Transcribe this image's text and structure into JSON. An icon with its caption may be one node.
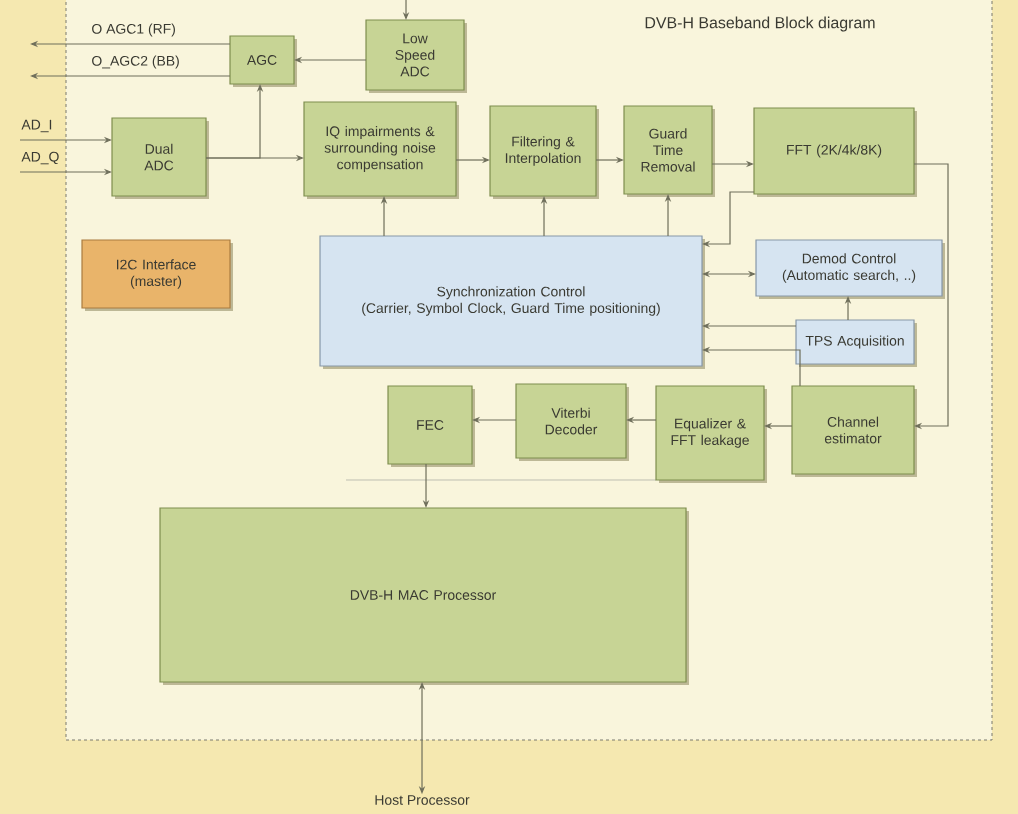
{
  "diagram": {
    "title": "DVB-H Baseband Block diagram",
    "nodes": [
      {
        "text": [
          "Low Speed ADC"
        ]
      },
      {
        "text": [
          "AGC"
        ]
      },
      {
        "text": [
          "Dual ADC"
        ]
      },
      {
        "text": [
          "IQ impairments & surrounding noise compensation"
        ]
      },
      {
        "text": [
          "Filtering & Interpolation"
        ]
      },
      {
        "text": [
          "Guard Time Removal"
        ]
      },
      {
        "text": [
          "FFT (2K/4k/8K)"
        ]
      },
      {
        "text": [
          "I2C Interface (master)"
        ]
      },
      {
        "text": [
          "Synchronization Control",
          "(Carrier, Symbol Clock, Guard Time positioning)"
        ]
      },
      {
        "text": [
          "Demod Control",
          "(Automatic search, ..)"
        ]
      },
      {
        "text": [
          "TPS Acquisition"
        ]
      },
      {
        "text": [
          "FEC"
        ]
      },
      {
        "text": [
          "Viterbi Decoder"
        ]
      },
      {
        "text": [
          "Equalizer & FFT leakage"
        ]
      },
      {
        "text": [
          "Channel estimator"
        ]
      },
      {
        "text": [
          "DVB-H MAC Processor"
        ]
      },
      {
        "text": [
          "Host Processor"
        ]
      }
    ],
    "edges": [
      {
        "from": null,
        "to": 0,
        "arrow": "to"
      },
      {
        "from": 0,
        "to": 1,
        "arrow": "to"
      },
      {
        "from": 1,
        "to": null,
        "arrow": "to",
        "label": "O AGC1 (RF)"
      },
      {
        "from": 1,
        "to": null,
        "arrow": "to",
        "label": "O_AGC2 (BB)"
      },
      {
        "from": null,
        "to": 2,
        "arrow": "to",
        "label": "AD_I"
      },
      {
        "from": null,
        "to": 2,
        "arrow": "to",
        "label": "AD_Q"
      },
      {
        "from": 2,
        "to": 1,
        "arrow": "to"
      },
      {
        "from": 2,
        "to": 3,
        "arrow": "to"
      },
      {
        "from": 3,
        "to": 4,
        "arrow": "to"
      },
      {
        "from": 4,
        "to": 5,
        "arrow": "to"
      },
      {
        "from": 5,
        "to": 6,
        "arrow": "to"
      },
      {
        "from": 8,
        "to": 3,
        "arrow": "to"
      },
      {
        "from": 8,
        "to": 4,
        "arrow": "to"
      },
      {
        "from": 8,
        "to": 5,
        "arrow": "to"
      },
      {
        "from": 6,
        "to": 8,
        "arrow": "to"
      },
      {
        "from": 6,
        "to": 14,
        "arrow": "to"
      },
      {
        "from": 8,
        "to": 9,
        "arrow": "both"
      },
      {
        "from": 10,
        "to": 9,
        "arrow": "to"
      },
      {
        "from": 10,
        "to": 8,
        "arrow": "to"
      },
      {
        "from": 14,
        "to": 8,
        "arrow": "to"
      },
      {
        "from": 14,
        "to": 13,
        "arrow": "to"
      },
      {
        "from": 13,
        "to": 12,
        "arrow": "to"
      },
      {
        "from": 12,
        "to": 11,
        "arrow": "to"
      },
      {
        "from": 11,
        "to": 15,
        "arrow": "to"
      },
      {
        "from": 15,
        "to": 16,
        "arrow": "both"
      }
    ]
  }
}
